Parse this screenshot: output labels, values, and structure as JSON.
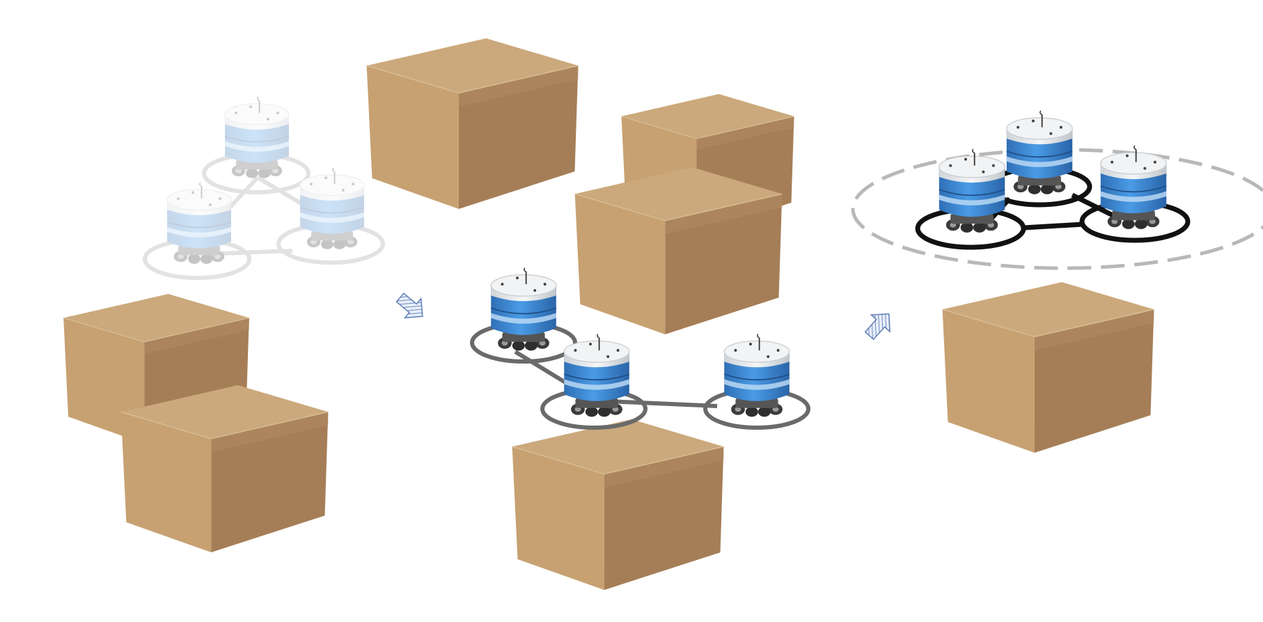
{
  "colors": {
    "background": "#ffffff",
    "box_top": "#c9a77a",
    "box_front": "#c39e70",
    "box_side": "#a67f58",
    "robot_blue": "#3f8fdc",
    "robot_blue_light": "#cfe2f5",
    "link_dark": "#111111",
    "link_mid": "#6b6b6b",
    "link_faint": "#dcdcdc",
    "arrow_fill": "#8aa4cf",
    "dashed_boundary": "#b5b5b5"
  },
  "icons": {
    "arrow": "hatched-arrow-icon",
    "robot": "robot-icon"
  },
  "scene": {
    "formations": [
      {
        "id": "start",
        "state": "faded",
        "robot_count": 3
      },
      {
        "id": "transit",
        "state": "moving",
        "robot_count": 3
      },
      {
        "id": "goal",
        "state": "active",
        "robot_count": 3,
        "has_boundary": true
      }
    ],
    "box_count": 7,
    "arrow_count": 2
  }
}
